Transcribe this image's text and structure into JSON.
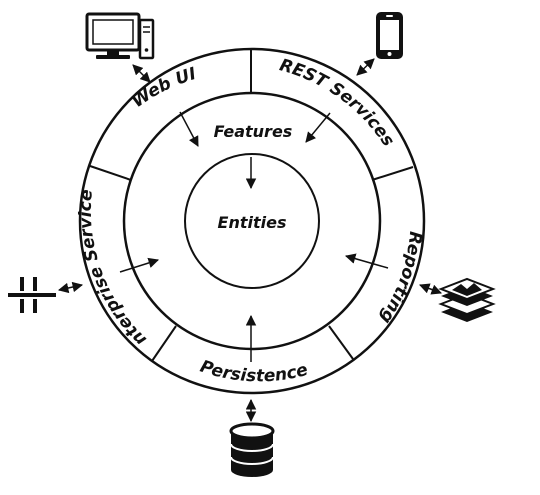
{
  "diagram": {
    "core_label": "Entities",
    "features_label": "Features",
    "outer_segments": {
      "web_ui": "Web UI",
      "rest_services": "REST Services",
      "reporting": "Reporting",
      "persistence": "Persistence",
      "enterprise_services": "Enterprise Services"
    },
    "icons": {
      "desktop": "desktop-computer-icon",
      "phone": "smartphone-icon",
      "layers": "stacked-layers-icon",
      "database": "database-icon",
      "bus": "service-bus-icon"
    },
    "stroke_color": "#111111"
  }
}
